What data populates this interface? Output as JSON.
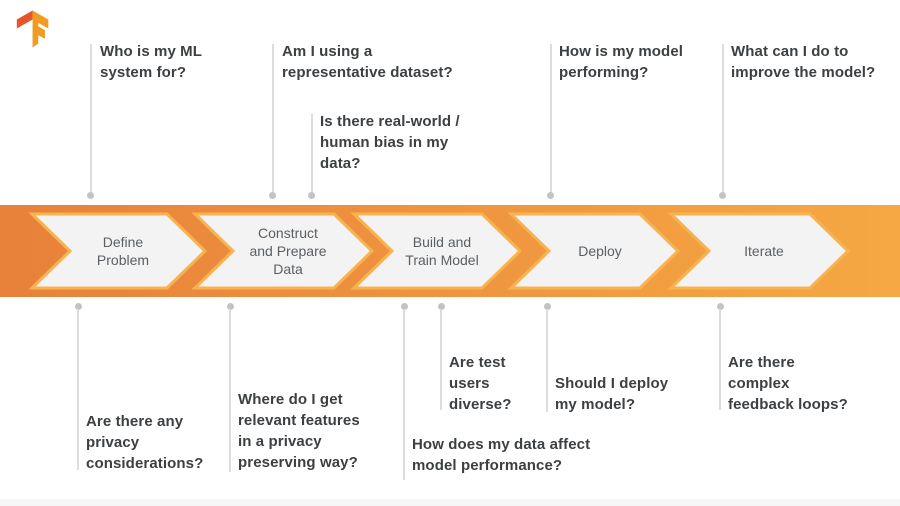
{
  "logo": {
    "name": "TensorFlow",
    "color_dark": "#e4552c",
    "color_light": "#f29b21"
  },
  "banner": {
    "colors": {
      "gradient_left": "#e8813a",
      "gradient_right": "#f5a843",
      "chevron_fill": "#f3f3f3",
      "chevron_outline": "#f8b351",
      "label_color": "#5a5f64"
    },
    "stages": [
      {
        "label": [
          "Define",
          "Problem"
        ]
      },
      {
        "label": [
          "Construct",
          "and Prepare",
          "Data"
        ]
      },
      {
        "label": [
          "Build and",
          "Train Model"
        ]
      },
      {
        "label": [
          "Deploy"
        ]
      },
      {
        "label": [
          "Iterate"
        ]
      }
    ]
  },
  "questions": {
    "top": [
      {
        "text": [
          "Who is my ML",
          "system for?"
        ]
      },
      {
        "text": [
          "Am I using a",
          "representative dataset?"
        ]
      },
      {
        "text": [
          "Is there real-world /",
          "human bias in my",
          "data?"
        ]
      },
      {
        "text": [
          "How is my model",
          "performing?"
        ]
      },
      {
        "text": [
          "What can I do to",
          "improve the model?"
        ]
      }
    ],
    "bottom": [
      {
        "text": [
          "Are there any",
          "privacy",
          "considerations?"
        ]
      },
      {
        "text": [
          "Where do I get",
          "relevant features",
          "in a privacy",
          "preserving way?"
        ]
      },
      {
        "text": [
          "How does my data affect",
          "model performance?"
        ]
      },
      {
        "text": [
          "Are test",
          "users",
          "diverse?"
        ]
      },
      {
        "text": [
          "Should I deploy",
          "my model?"
        ]
      },
      {
        "text": [
          "Are there",
          "complex",
          "feedback loops?"
        ]
      }
    ]
  },
  "connectors": {
    "line_color": "#dcdcdc",
    "dot_color": "#c3c3c3"
  },
  "text_color": "#3c4043"
}
